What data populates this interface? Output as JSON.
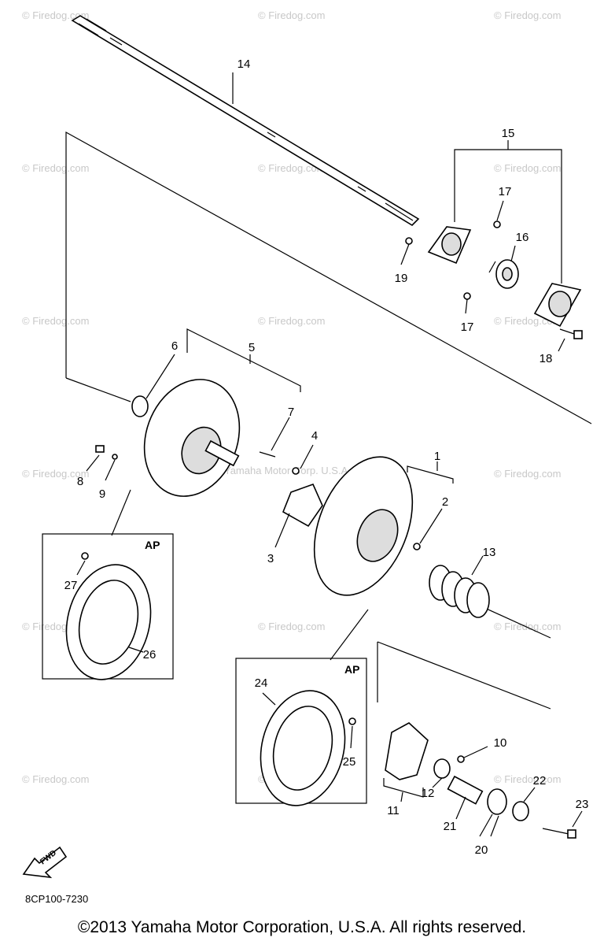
{
  "watermark": "© Firedog.com",
  "watermark_center": "Yamaha Motor Corp. U.S.A.",
  "labels": {
    "l1": "1",
    "l2": "2",
    "l3": "3",
    "l4": "4",
    "l5": "5",
    "l6": "6",
    "l7": "7",
    "l8": "8",
    "l9": "9",
    "l10": "10",
    "l11": "11",
    "l12": "12",
    "l13": "13",
    "l14": "14",
    "l15": "15",
    "l16": "16",
    "l17a": "17",
    "l17b": "17",
    "l18": "18",
    "l19": "19",
    "l20": "20",
    "l21": "21",
    "l22": "22",
    "l23": "23",
    "l24": "24",
    "l25": "25",
    "l26": "26",
    "l27": "27"
  },
  "ap_left": "AP",
  "ap_right": "AP",
  "fwd": "FWD",
  "drawing_code": "8CP100-7230",
  "copyright": "©2013 Yamaha Motor Corporation, U.S.A. All rights reserved."
}
